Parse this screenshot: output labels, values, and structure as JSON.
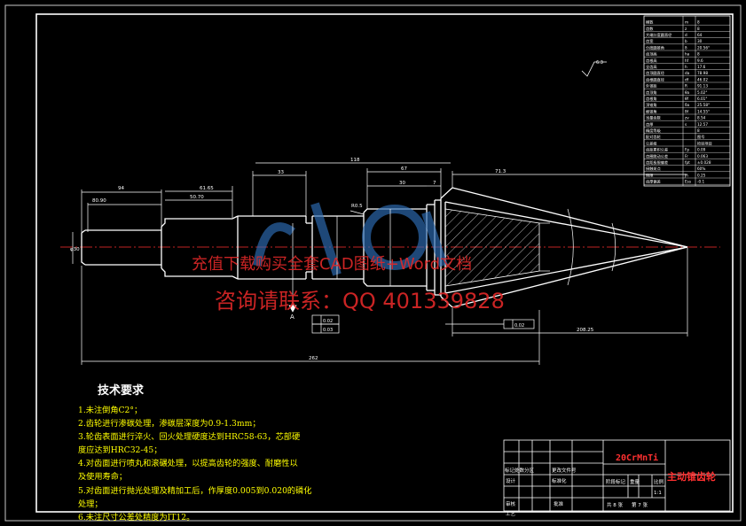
{
  "drawing": {
    "dims": {
      "d94": "94",
      "d80": "80.90",
      "d6145": "61.65",
      "d5070": "50.70",
      "d33": "33",
      "d118": "118",
      "d67": "67",
      "d30": "30",
      "d7": "7",
      "d713": "71.3",
      "d262": "262",
      "d20825": "208.25",
      "dR": "R0.5",
      "dphi": "φ30"
    },
    "symbols": {
      "datum": "A",
      "tol1": "0.02",
      "tol2": "0.03",
      "tol3": "0.02",
      "roughness": "6.3"
    }
  },
  "tech": {
    "title": "技术要求",
    "items": [
      "1.未注倒角C2°；",
      "2.齿轮进行渗碳处理，渗碳层深度为0.9-1.3mm；",
      "3.轮齿表面进行淬火、回火处理硬度达到HRC58-63，芯部硬",
      "  度应达到HRC32-45；",
      "4.对齿面进行喷丸和滚碾处理，以提高齿轮的强度、耐磨性以",
      "  及使用寿命；",
      "5.对齿面进行抛光处理及精加工后，作厚度0.005到0.020的磷化",
      "  处理；",
      "6.未注尺寸公差处精度为IT12。"
    ]
  },
  "watermark": {
    "line1": "充值下载购买全套CAD图纸+Word文档",
    "line2": "咨询请联系：QQ 401339828"
  },
  "titleblock": {
    "material": "20CrMnTi",
    "part_name": "主动锥齿轮",
    "cells": {
      "c1": "标记处数分区",
      "c2": "更改文件号",
      "c3": "设计",
      "c4": "标准化",
      "c5": "审核",
      "c6": "工艺",
      "c7": "批准",
      "c8": "阶段标记",
      "c9": "重量",
      "c10": "比例",
      "c11": "1:1",
      "c12": "共 8 张",
      "c13": "第 7 张"
    }
  },
  "table": {
    "rows": [
      {
        "label": "模数",
        "sym": "m",
        "val": "8"
      },
      {
        "label": "齿数",
        "sym": "z",
        "val": "8"
      },
      {
        "label": "大端分度圆直径",
        "sym": "d",
        "val": "64"
      },
      {
        "label": "齿宽",
        "sym": "b",
        "val": "30"
      },
      {
        "label": "分度圆锥角",
        "sym": "δ",
        "val": "20.56°"
      },
      {
        "label": "齿顶高",
        "sym": "ha",
        "val": "8"
      },
      {
        "label": "齿根高",
        "sym": "hf",
        "val": "9.6"
      },
      {
        "label": "全齿高",
        "sym": "h",
        "val": "17.6"
      },
      {
        "label": "齿顶圆直径",
        "sym": "da",
        "val": "78.98"
      },
      {
        "label": "齿根圆直径",
        "sym": "df",
        "val": "46.02"
      },
      {
        "label": "外锥距",
        "sym": "R",
        "val": "91.13"
      },
      {
        "label": "齿顶角",
        "sym": "θa",
        "val": "5.02°"
      },
      {
        "label": "齿根角",
        "sym": "θf",
        "val": "6.01°"
      },
      {
        "label": "顶锥角",
        "sym": "δa",
        "val": "25.58°"
      },
      {
        "label": "根锥角",
        "sym": "δf",
        "val": "14.55°"
      },
      {
        "label": "当量齿数",
        "sym": "zv",
        "val": "8.54"
      },
      {
        "label": "齿厚",
        "sym": "s",
        "val": "12.57"
      },
      {
        "label": "精度等级",
        "sym": "",
        "val": "8"
      },
      {
        "label": "配对齿轮",
        "sym": "",
        "val": "图号"
      },
      {
        "label": "公差组",
        "sym": "",
        "val": "检验项目"
      },
      {
        "label": "齿距累积公差",
        "sym": "Fp",
        "val": "0.09"
      },
      {
        "label": "齿圈跳动公差",
        "sym": "Fr",
        "val": "0.063"
      },
      {
        "label": "齿距极限偏差",
        "sym": "fpt",
        "val": "±0.028"
      },
      {
        "label": "接触斑点",
        "sym": "",
        "val": "60%"
      },
      {
        "label": "侧隙",
        "sym": "jn",
        "val": "0.25"
      },
      {
        "label": "齿厚偏差",
        "sym": "Ess",
        "val": "-0.1"
      }
    ]
  }
}
